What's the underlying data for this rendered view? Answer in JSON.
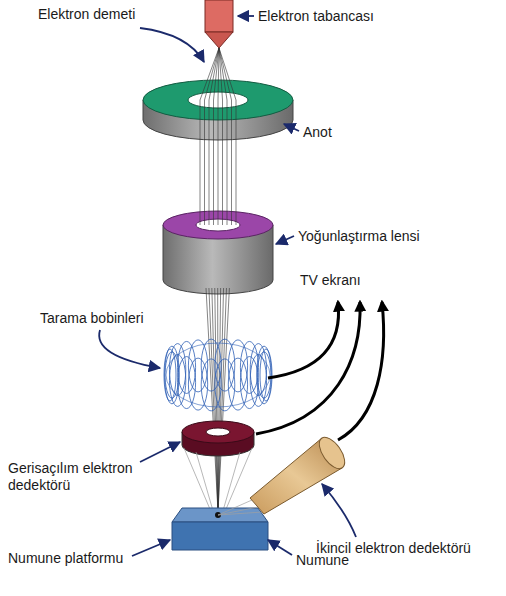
{
  "diagram": {
    "labels": [
      "Elektron demeti",
      "Elektron tabancası",
      "Anot",
      "Yoğunlaştırma lensi",
      "TV ekranı",
      "Tarama bobinleri",
      "Gerisaçılım elektron dedektörü",
      "İkincil elektron dedektörü",
      "Numune platformu",
      "Numune"
    ]
  }
}
